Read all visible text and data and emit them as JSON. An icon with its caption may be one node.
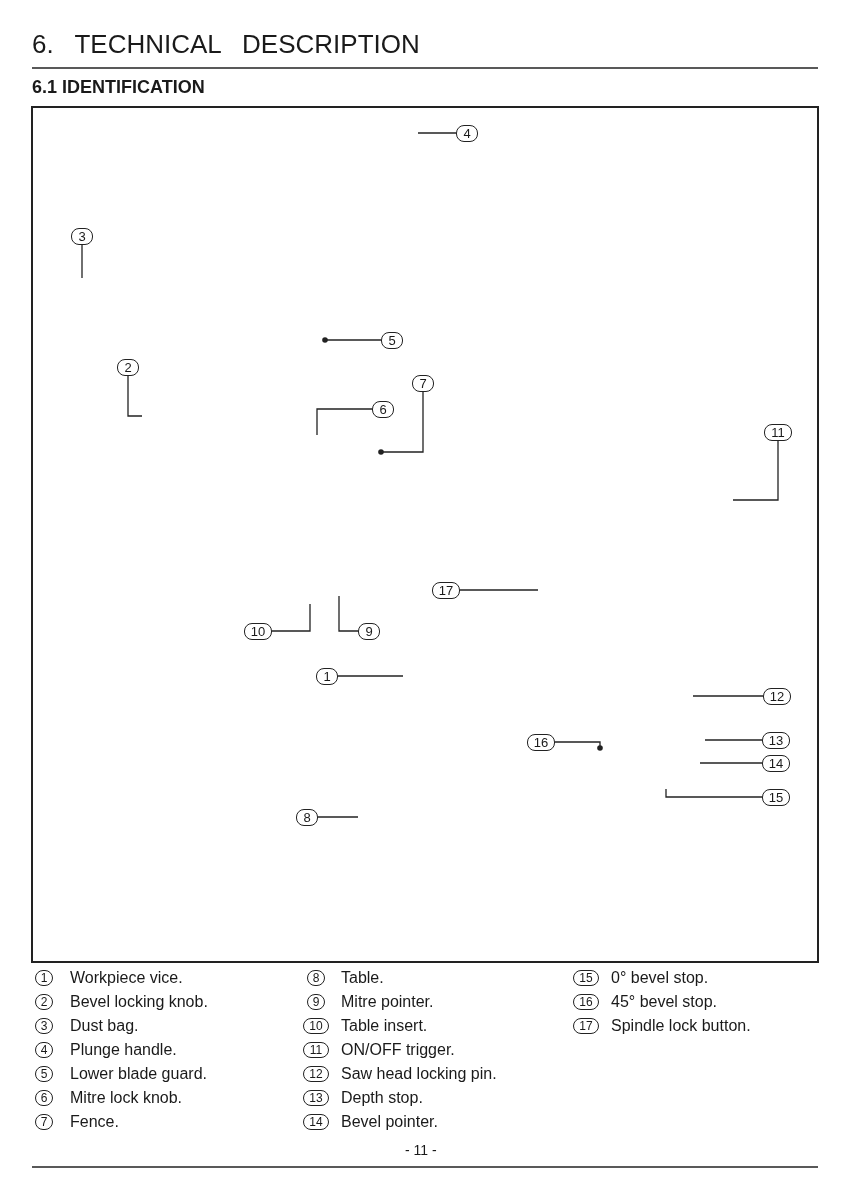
{
  "diagram": {
    "title": "6. TECHNICAL DESCRIPTION",
    "nodes": [
      {
        "text": [
          "4"
        ]
      },
      {
        "text": [
          "3"
        ]
      },
      {
        "text": [
          "5"
        ]
      },
      {
        "text": [
          "2"
        ]
      },
      {
        "text": [
          "7"
        ]
      },
      {
        "text": [
          "6"
        ]
      },
      {
        "text": [
          "11"
        ]
      },
      {
        "text": [
          "17"
        ]
      },
      {
        "text": [
          "10"
        ]
      },
      {
        "text": [
          "9"
        ]
      },
      {
        "text": [
          "1"
        ]
      },
      {
        "text": [
          "12"
        ]
      },
      {
        "text": [
          "16"
        ]
      },
      {
        "text": [
          "13"
        ]
      },
      {
        "text": [
          "14"
        ]
      },
      {
        "text": [
          "15"
        ]
      },
      {
        "text": [
          "8"
        ]
      }
    ],
    "edges": [
      {
        "from": 0,
        "to": null,
        "arrow": "none"
      },
      {
        "from": 1,
        "to": null,
        "arrow": "none"
      },
      {
        "from": 2,
        "to": null,
        "arrow": "other"
      },
      {
        "from": 3,
        "to": null,
        "arrow": "none"
      },
      {
        "from": 4,
        "to": null,
        "arrow": "other"
      },
      {
        "from": 5,
        "to": null,
        "arrow": "none"
      },
      {
        "from": 6,
        "to": null,
        "arrow": "none"
      },
      {
        "from": 7,
        "to": null,
        "arrow": "none"
      },
      {
        "from": 8,
        "to": null,
        "arrow": "none"
      },
      {
        "from": 9,
        "to": null,
        "arrow": "none"
      },
      {
        "from": 10,
        "to": null,
        "arrow": "none"
      },
      {
        "from": 11,
        "to": null,
        "arrow": "none"
      },
      {
        "from": 12,
        "to": null,
        "arrow": "other"
      },
      {
        "from": 13,
        "to": null,
        "arrow": "none"
      },
      {
        "from": 14,
        "to": null,
        "arrow": "none"
      },
      {
        "from": 15,
        "to": null,
        "arrow": "none"
      },
      {
        "from": 16,
        "to": null,
        "arrow": "none"
      }
    ],
    "labels": [
      "6.1 IDENTIFICATION",
      "1",
      "Workpiece vice.",
      "8",
      "Table.",
      "15",
      "0° bevel stop.",
      "2",
      "Bevel locking knob.",
      "9",
      "Mitre pointer.",
      "16",
      "45° bevel stop.",
      "3",
      "Dust bag.",
      "10",
      "Table insert.",
      "17",
      "Spindle lock button.",
      "4",
      "Plunge handle.",
      "11",
      "ON/OFF trigger.",
      "5",
      "Lower blade guard.",
      "12",
      "Saw head locking pin.",
      "6",
      "Mitre lock knob.",
      "13",
      "Depth stop.",
      "7",
      "Fence.",
      "14",
      "Bevel pointer.",
      "- 11 -"
    ]
  }
}
